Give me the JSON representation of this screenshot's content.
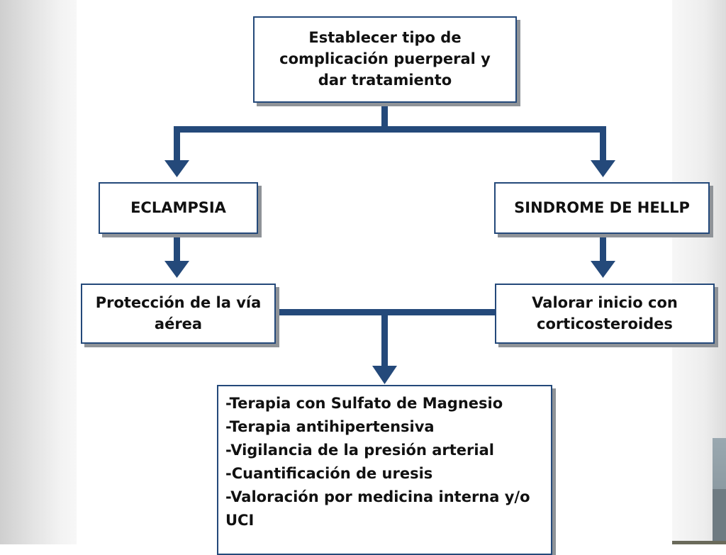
{
  "diagram": {
    "top_box": "Establecer tipo de complicación puerperal y dar tratamiento",
    "left_box": "ECLAMPSIA",
    "right_box": "SINDROME DE HELLP",
    "left_action": "Protección de la vía aérea",
    "right_action": "Valorar inicio con corticosteroides",
    "treatment_list": [
      "-Terapia con Sulfato de Magnesio",
      "-Terapia antihipertensiva",
      "-Vigilancia de la presión arterial",
      "-Cuantificación de uresis",
      "-Valoración por medicina interna y/o UCI"
    ]
  },
  "colors": {
    "arrow": "#24497a",
    "box_border": "#24497a",
    "box_shadow": "#8f9398"
  }
}
